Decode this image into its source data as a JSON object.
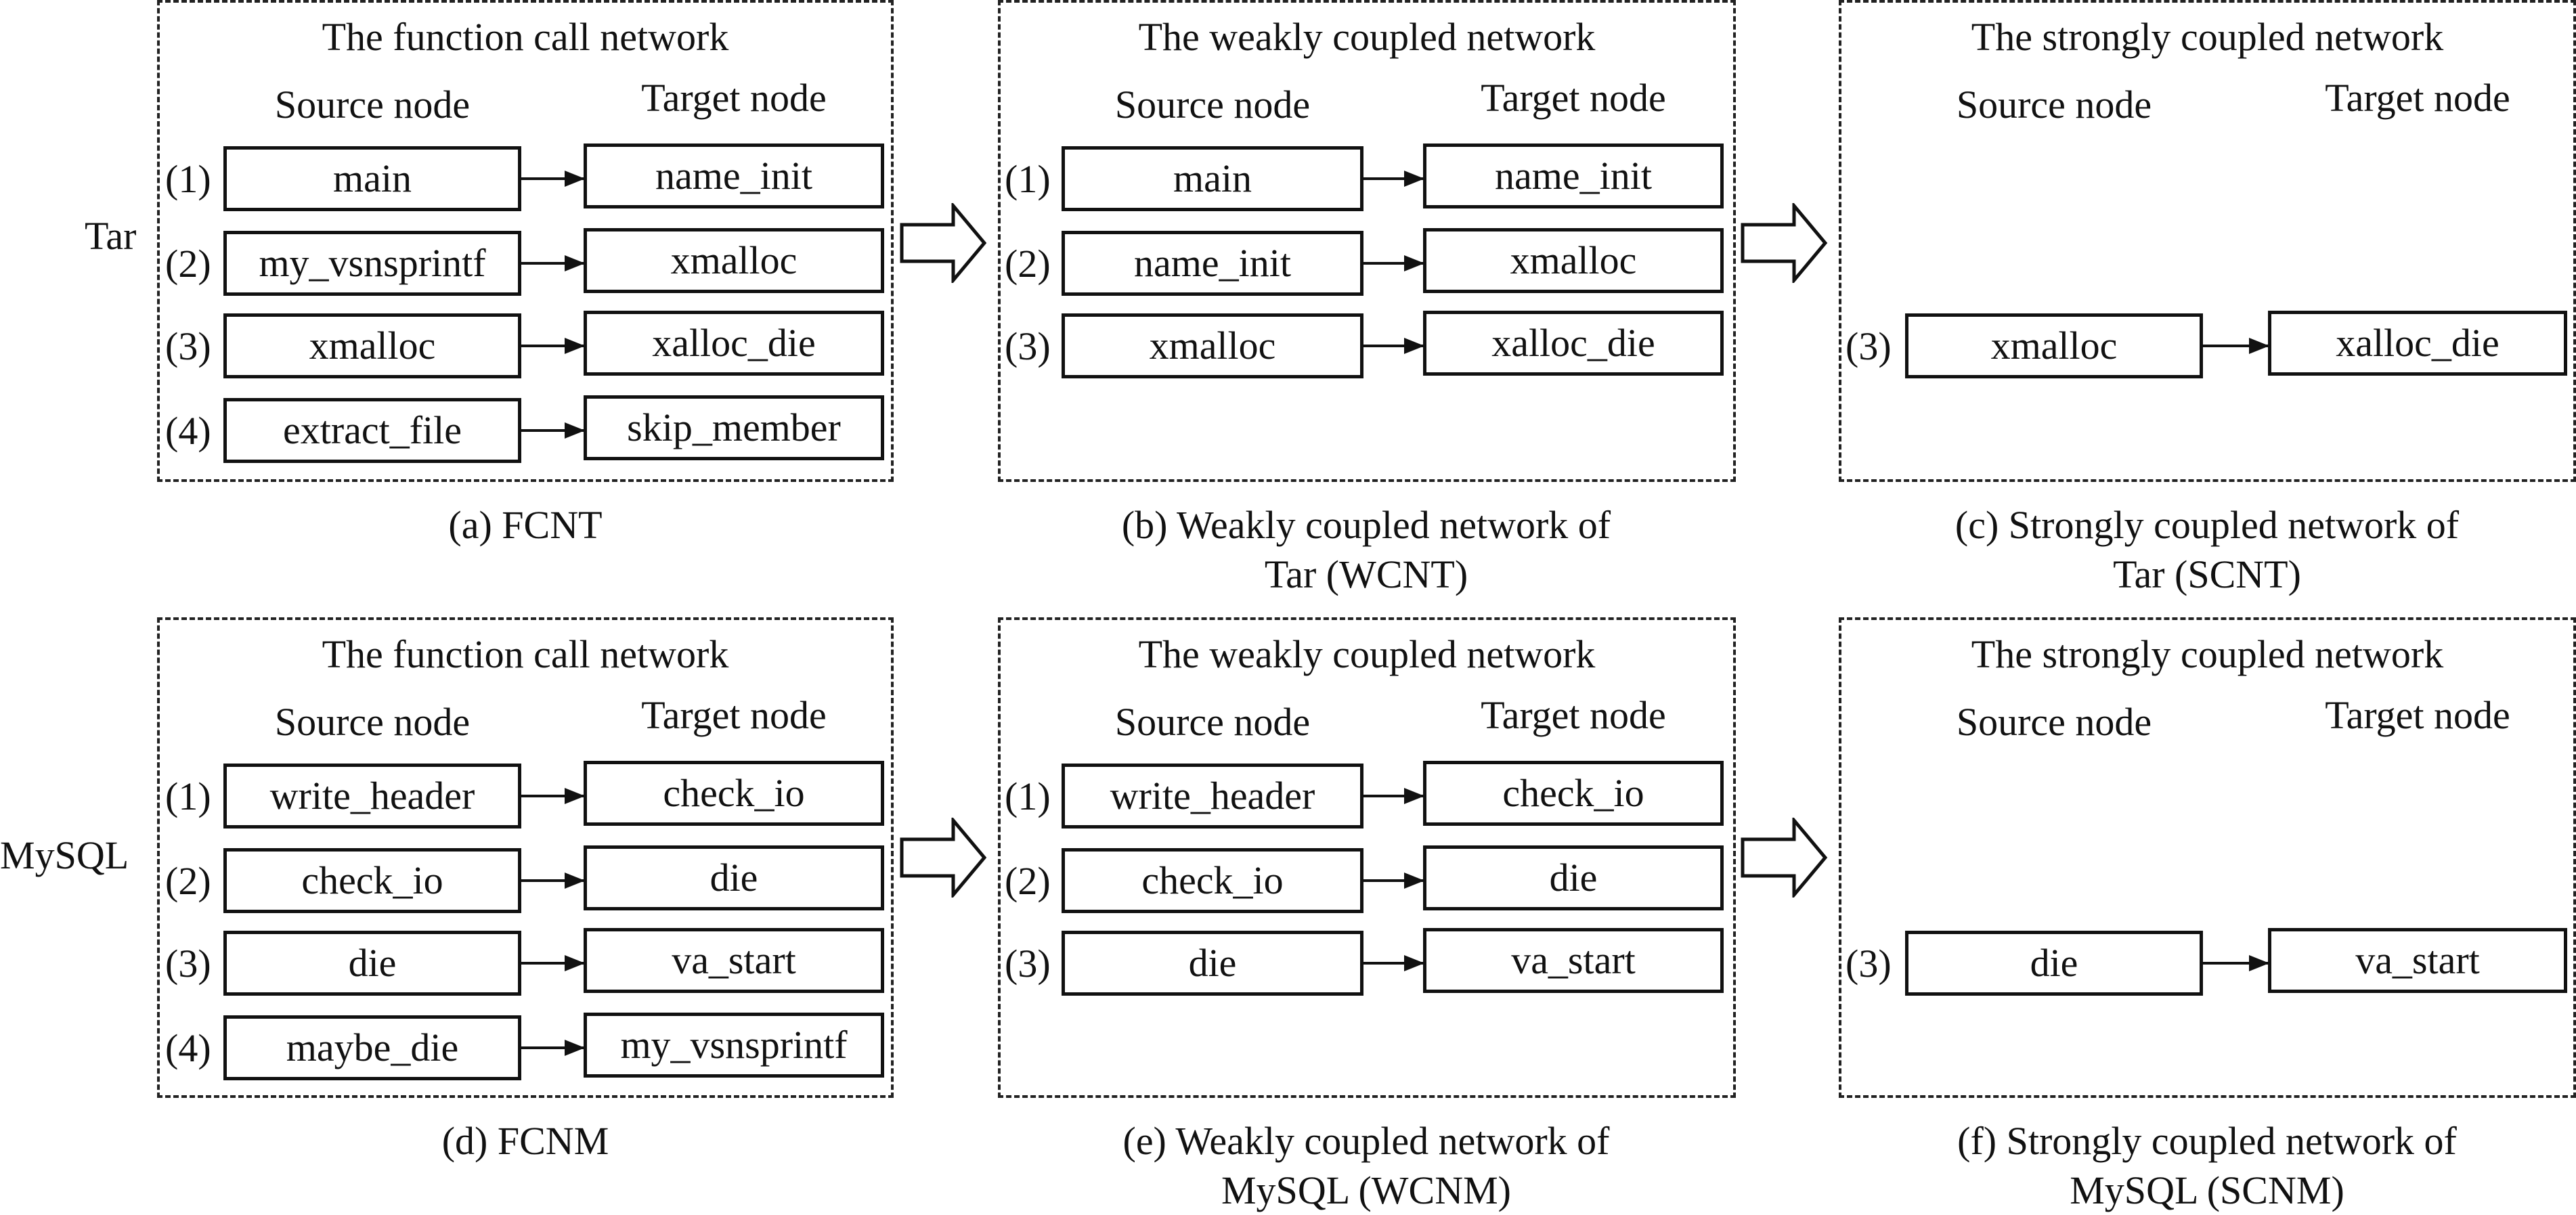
{
  "side_labels": {
    "top": "Tar",
    "bottom": "MySQL"
  },
  "col_headers": {
    "source": "Source node",
    "target": "Target node"
  },
  "panels": {
    "a": {
      "title": "The function call network",
      "caption_1": "(a) FCNT",
      "caption_2": "",
      "rows": [
        {
          "num": "(1)",
          "source": "main",
          "target": "name_init"
        },
        {
          "num": "(2)",
          "source": "my_vsnsprintf",
          "target": "xmalloc"
        },
        {
          "num": "(3)",
          "source": "xmalloc",
          "target": "xalloc_die"
        },
        {
          "num": "(4)",
          "source": "extract_file",
          "target": "skip_member"
        }
      ]
    },
    "b": {
      "title": "The weakly coupled network",
      "caption_1": "(b) Weakly coupled network of",
      "caption_2": "Tar (WCNT)",
      "rows": [
        {
          "num": "(1)",
          "source": "main",
          "target": "name_init"
        },
        {
          "num": "(2)",
          "source": "name_init",
          "target": "xmalloc"
        },
        {
          "num": "(3)",
          "source": "xmalloc",
          "target": "xalloc_die"
        }
      ]
    },
    "c": {
      "title": "The strongly coupled network",
      "caption_1": "(c) Strongly coupled network of",
      "caption_2": "Tar (SCNT)",
      "rows": [
        {
          "num": "(3)",
          "source": "xmalloc",
          "target": "xalloc_die"
        }
      ]
    },
    "d": {
      "title": "The function call network",
      "caption_1": "(d) FCNM",
      "caption_2": "",
      "rows": [
        {
          "num": "(1)",
          "source": "write_header",
          "target": "check_io"
        },
        {
          "num": "(2)",
          "source": "check_io",
          "target": "die"
        },
        {
          "num": "(3)",
          "source": "die",
          "target": "va_start"
        },
        {
          "num": "(4)",
          "source": "maybe_die",
          "target": "my_vsnsprintf"
        }
      ]
    },
    "e": {
      "title": "The weakly coupled network",
      "caption_1": "(e) Weakly coupled network of",
      "caption_2": "MySQL (WCNM)",
      "rows": [
        {
          "num": "(1)",
          "source": "write_header",
          "target": "check_io"
        },
        {
          "num": "(2)",
          "source": "check_io",
          "target": "die"
        },
        {
          "num": "(3)",
          "source": "die",
          "target": "va_start"
        }
      ]
    },
    "f": {
      "title": "The strongly coupled network",
      "caption_1": "(f) Strongly coupled network of",
      "caption_2": "MySQL (SCNM)",
      "rows": [
        {
          "num": "(3)",
          "source": "die",
          "target": "va_start"
        }
      ]
    }
  }
}
